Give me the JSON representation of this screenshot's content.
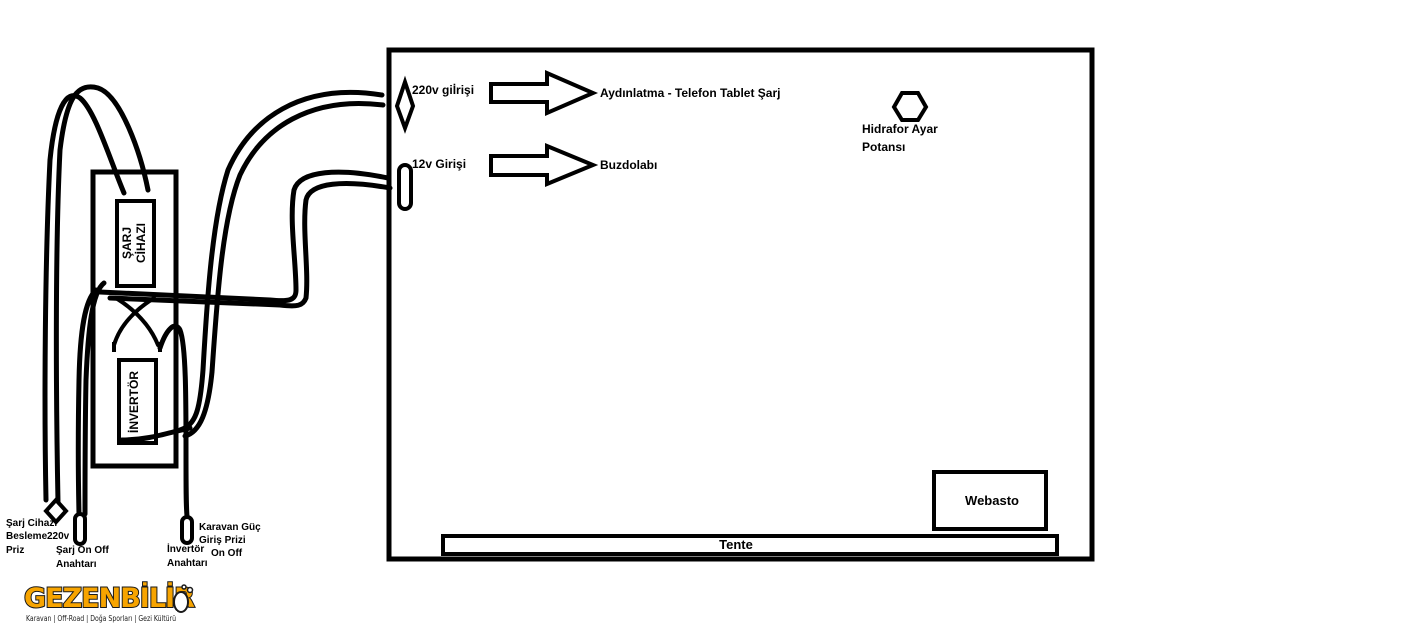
{
  "panel": {
    "input_220v": "220v giİrişi",
    "input_12v": "12v Girişi",
    "output_lighting": "Aydınlatma - Telefon Tablet Şarj",
    "output_fridge": "Buzdolabı",
    "pump_label_line1": "Hidrafor Ayar",
    "pump_label_line2": "Potansı",
    "heater": "Webasto",
    "awning": "Tente"
  },
  "cabinet": {
    "charger_line1": "ŞARJ",
    "charger_line2": "CİHAZI",
    "inverter": "İNVERTÖR"
  },
  "bottom_labels": {
    "charger_socket_line1": "Şarj Cihazı",
    "charger_socket_line2": "Besleme",
    "charger_socket_line3": "Priz",
    "v220": "220v",
    "charger_switch_line1": "Şarj On Off",
    "charger_switch_line2": "Anahtarı",
    "inverter_switch_line1": "İnvertör",
    "inverter_switch_line2": "Anahtarı",
    "power_inlet_line1": "Karavan Güç",
    "power_inlet_line2": "Giriş Prizi",
    "power_inlet_line3": "On Off"
  },
  "logo": {
    "name": "GEZENBİLİR",
    "tagline": "Karavan | Off-Road | Doğa Sporları | Gezi Kültürü",
    "color_main": "#f7a400",
    "color_outline": "#1a1a1a"
  }
}
